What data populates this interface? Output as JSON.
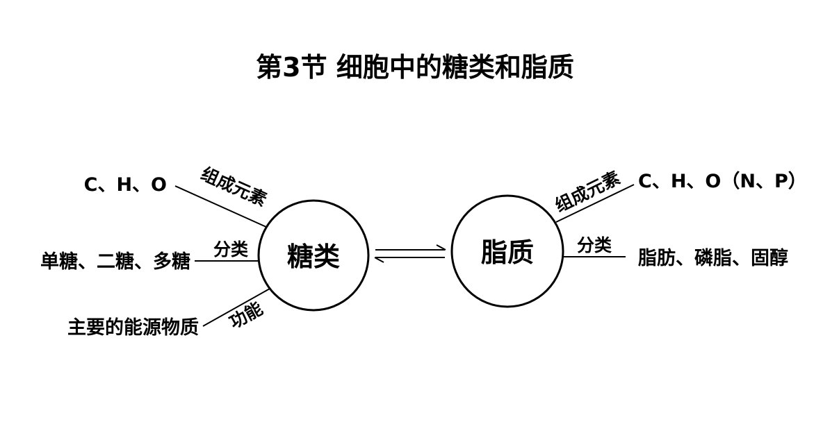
{
  "title": "第3节  细胞中的糖类和脂质",
  "sugar": {
    "label": "糖类",
    "elements_label": "组成元素",
    "elements": "C、H、O",
    "classification_label": "分类",
    "classification": "单糖、二糖、多糖",
    "function_label": "功能",
    "function": "主要的能源物质"
  },
  "lipid": {
    "label": "脂质",
    "elements_label": "组成元素",
    "elements": "C、H、O（N、P）",
    "classification_label": "分类",
    "classification": "脂肪、磷脂、固醇"
  }
}
